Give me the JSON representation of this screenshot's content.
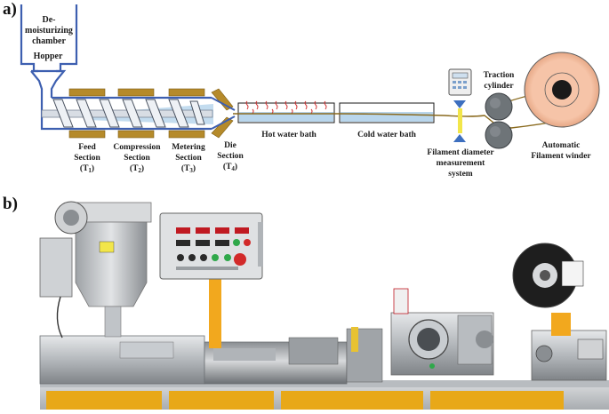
{
  "panel_a": {
    "tag": "a)",
    "labels": {
      "chamber_line1": "De-",
      "chamber_line2": "moisturizing",
      "chamber_line3": "chamber",
      "hopper": "Hopper",
      "feed_line1": "Feed",
      "feed_line2": "Section",
      "feed_t": "(T",
      "feed_sub": "1",
      "compression_line1": "Compression",
      "compression_line2": "Section",
      "compression_t": "(T",
      "compression_sub": "2",
      "metering_line1": "Metering",
      "metering_line2": "Section",
      "metering_t": "(T",
      "metering_sub": "3",
      "die_line1": "Die",
      "die_line2": "Section",
      "die_t": "(T",
      "die_sub": "4",
      "hot_bath": "Hot water bath",
      "cold_bath": "Cold water bath",
      "measure_line1": "Filament diameter",
      "measure_line2": "measurement",
      "measure_line3": "system",
      "traction_line1": "Traction",
      "traction_line2": "cylinder",
      "winder_line1": "Automatic",
      "winder_line2": "Filament winder",
      "close_paren": ")"
    },
    "colors": {
      "frame_blue": "#3d5fb0",
      "heater_band": "#b58a2a",
      "barrel_fill": "#b9d6ec",
      "filament": "#8a6a1e",
      "heat_wave": "#d23030",
      "spool_face": "#f6c4a8",
      "sensor_yellow": "#f2e64a"
    }
  },
  "panel_b": {
    "tag": "b)",
    "photo_description_icons": [
      "dryer-hopper-icon",
      "control-panel-icon",
      "extruder-barrel-icon",
      "puller-unit-icon",
      "winder-spool-icon"
    ],
    "panel_buttons": {
      "green": "#2fa84a",
      "red": "#d22a2a",
      "display": "#c01a22"
    }
  }
}
